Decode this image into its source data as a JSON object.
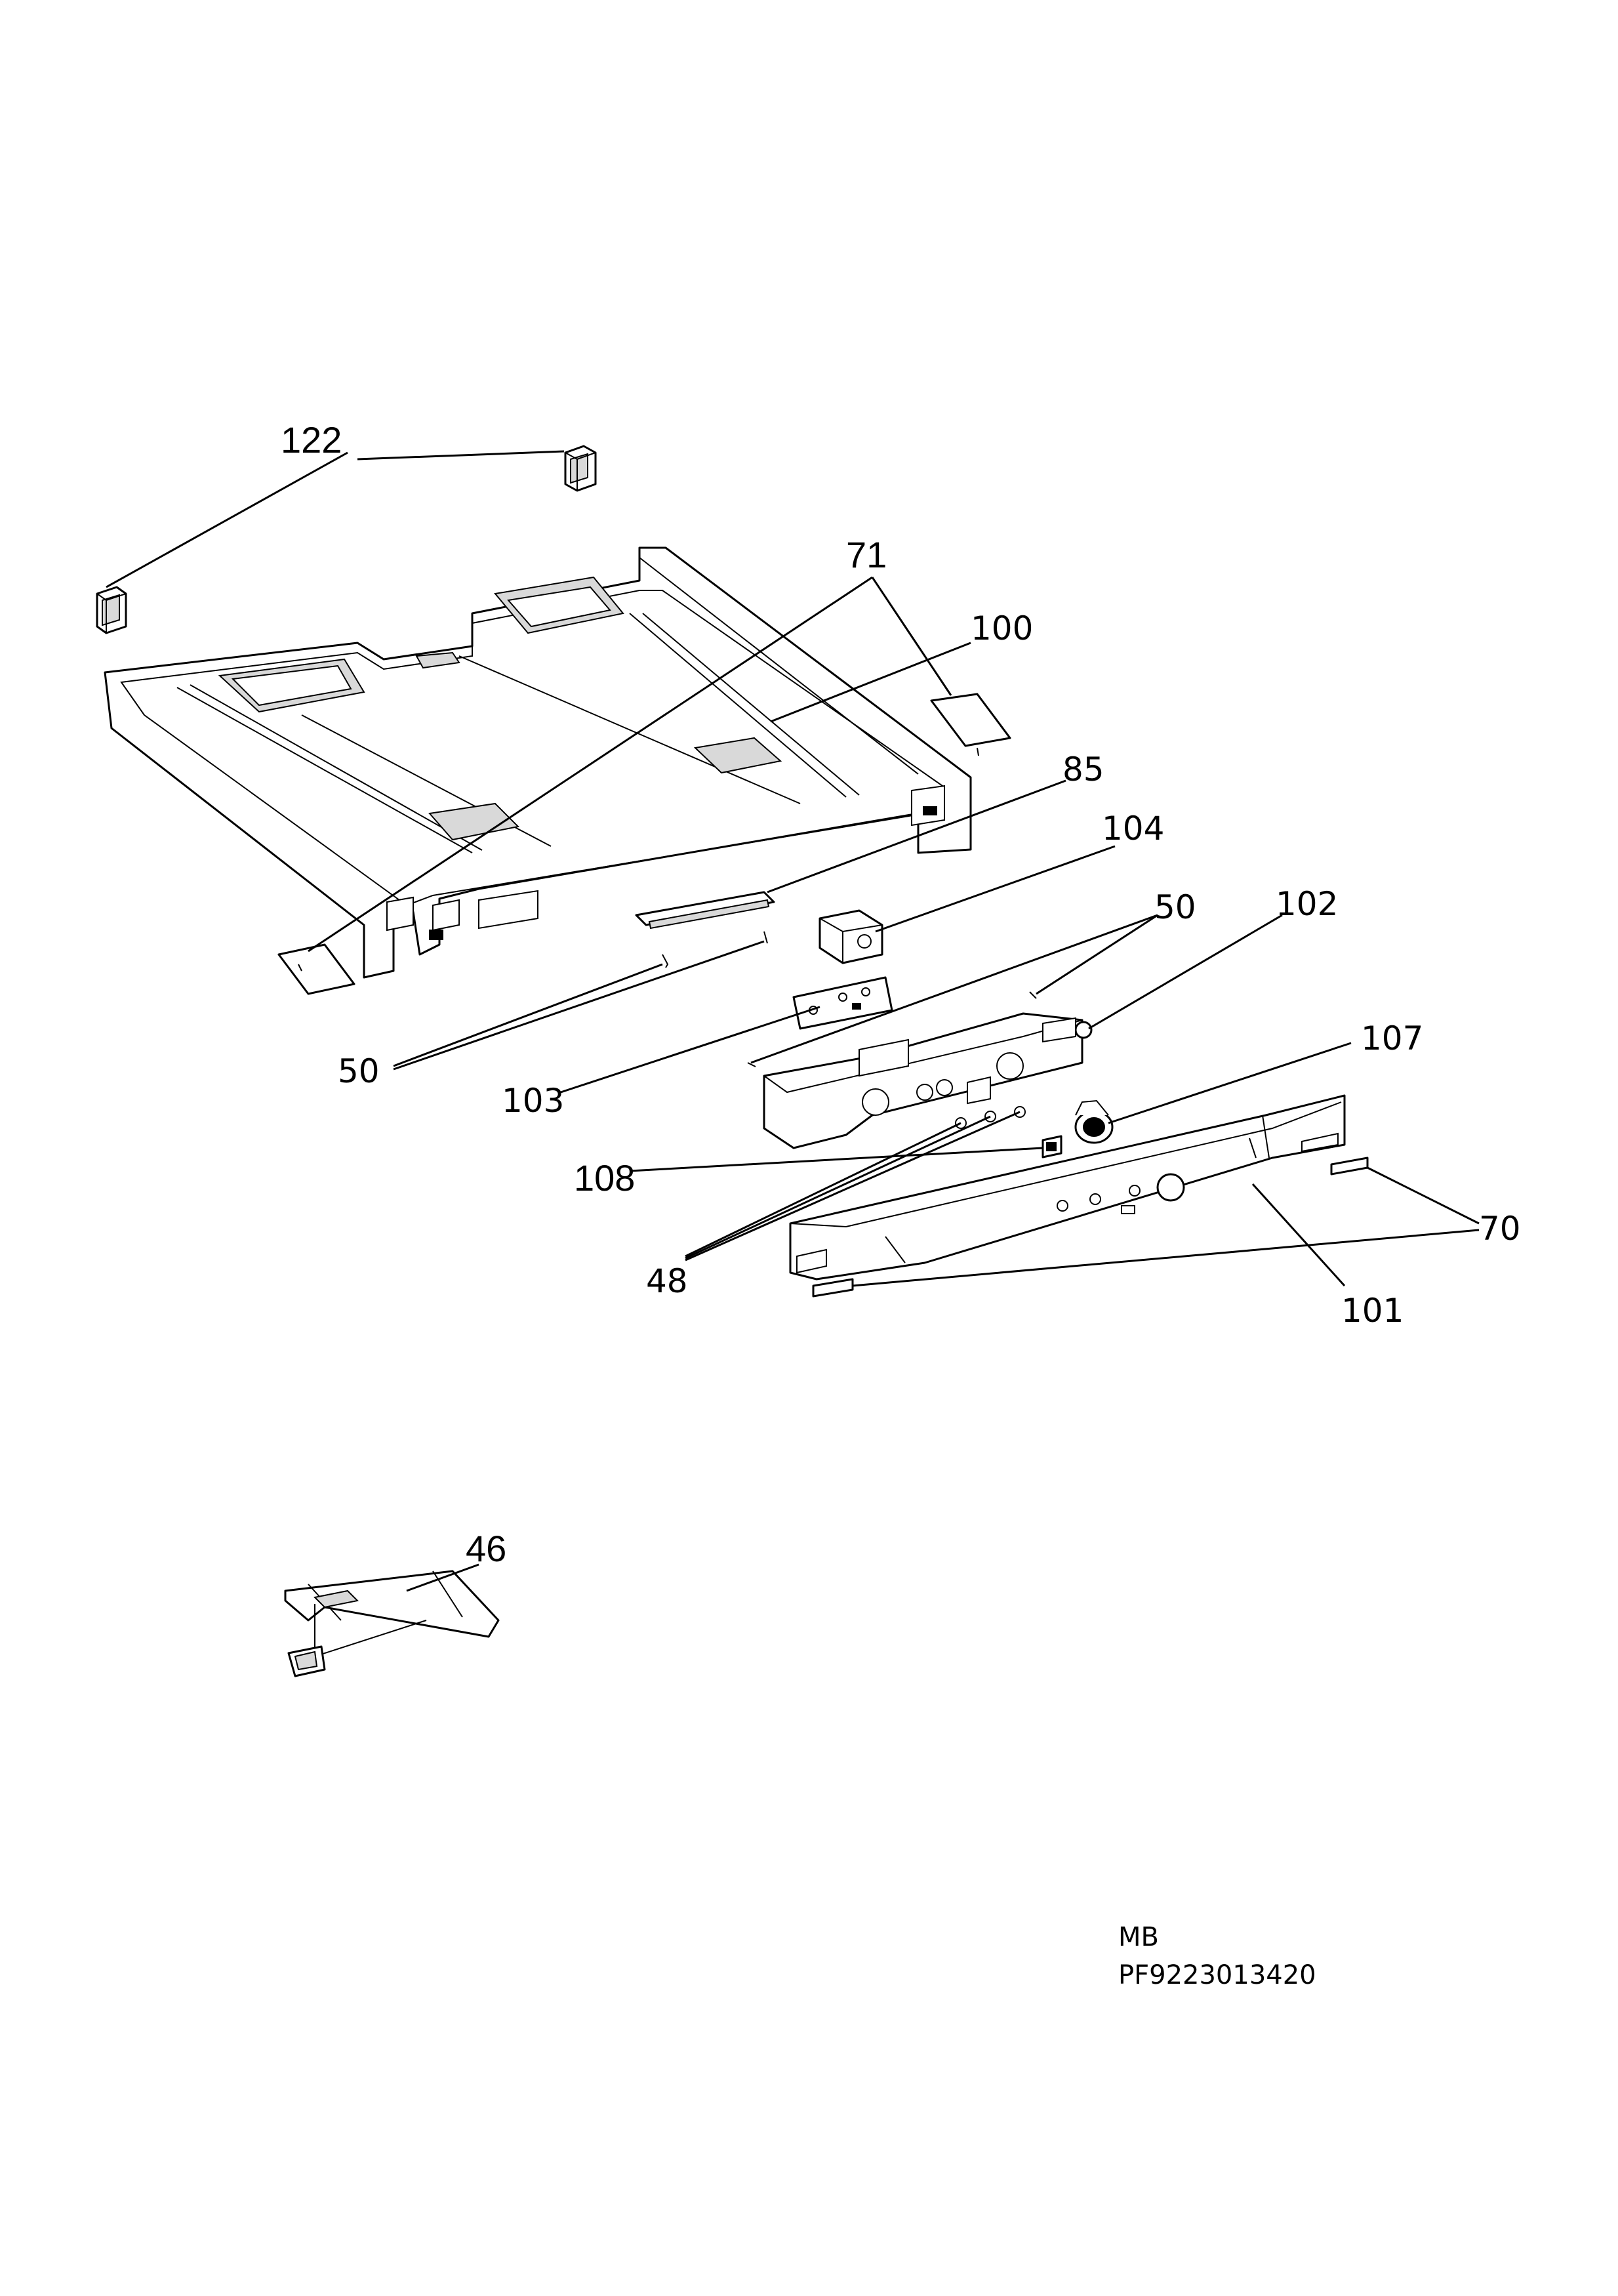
{
  "callouts": {
    "c122": "122",
    "c71": "71",
    "c100": "100",
    "c85": "85",
    "c104": "104",
    "c50a": "50",
    "c102": "102",
    "c50b": "50",
    "c103": "103",
    "c107": "107",
    "c108": "108",
    "c70": "70",
    "c48": "48",
    "c101": "101",
    "c46": "46"
  },
  "footer": {
    "model": "MB",
    "part_number": "PF9223013420"
  }
}
